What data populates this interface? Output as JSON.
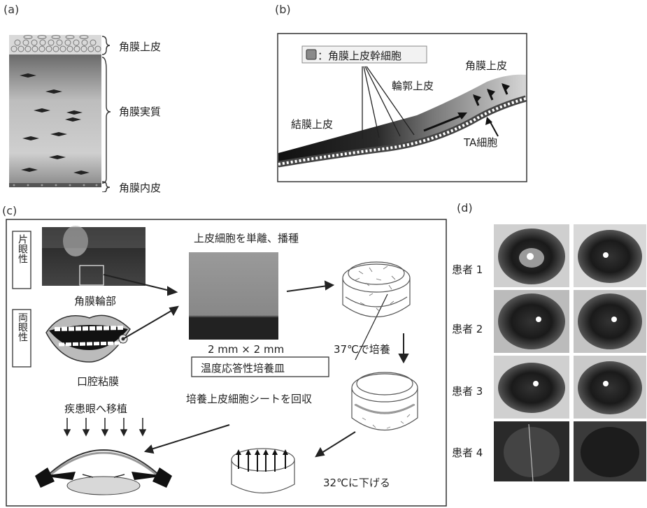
{
  "panel_a": {
    "label": "(a)",
    "epithelium": "角膜上皮",
    "stroma": "角膜実質",
    "endothelium": "角膜内皮"
  },
  "panel_b": {
    "label": "(b)",
    "legend": "：角膜上皮幹細胞",
    "cornea_epithelium": "角膜上皮",
    "limbal_epithelium": "輪郭上皮",
    "conjunctival_epithelium": "結膜上皮",
    "ta_cells": "TA細胞"
  },
  "panel_c": {
    "label": "(c)",
    "unilateral": "片眼性",
    "bilateral": "両眼性",
    "limbus": "角膜輪部",
    "oral_mucosa": "口腔粘膜",
    "isolate_seed": "上皮細胞を単離、播種",
    "size": "2 mm × 2 mm",
    "culture_37": "37℃で培養",
    "dish": "温度応答性培養皿",
    "collect_sheet": "培養上皮細胞シートを回収",
    "transplant": "疾患眼へ移植",
    "lower_32": "32℃に下げる"
  },
  "panel_d": {
    "label": "(d)",
    "patients": [
      "患者 1",
      "患者 2",
      "患者 3",
      "患者 4"
    ]
  }
}
